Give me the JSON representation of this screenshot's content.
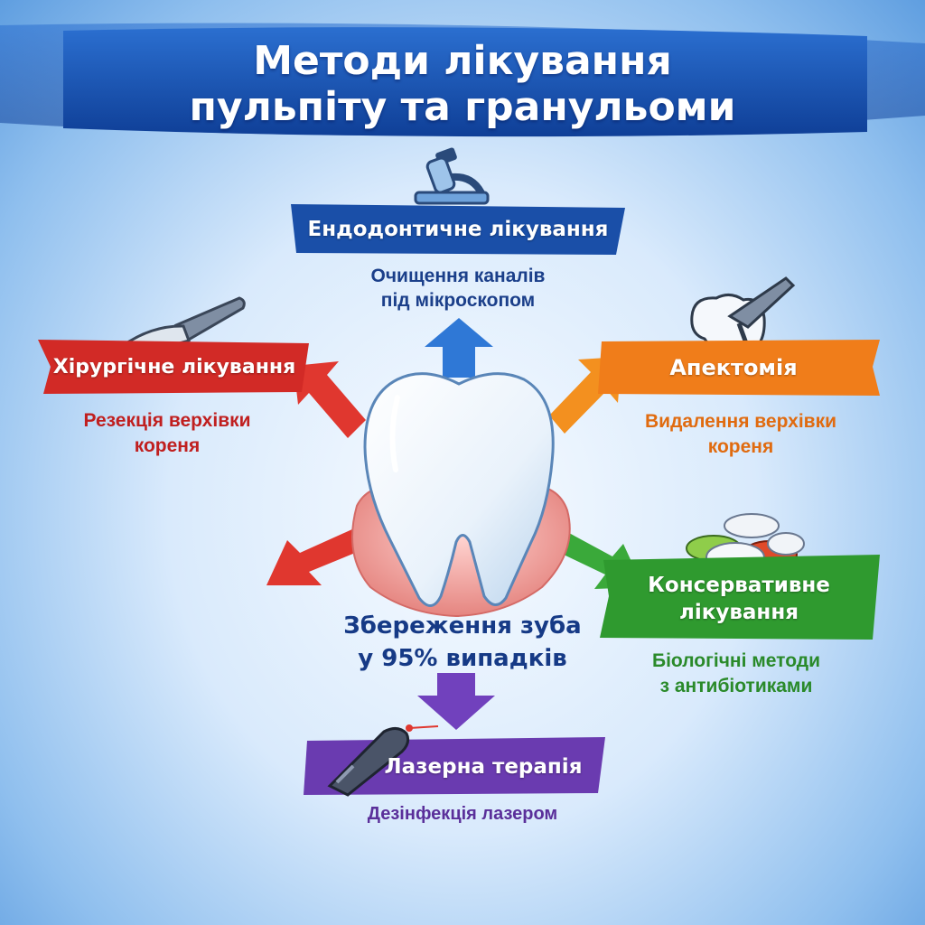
{
  "title": {
    "line1": "Методи лікування",
    "line2": "пульпіту та гранульоми"
  },
  "center": {
    "line1": "Збереження зуба",
    "line2": "у 95% випадків"
  },
  "methods": {
    "endodontic": {
      "label": "Ендодонтичне лікування",
      "desc_line1": "Очищення каналів",
      "desc_line2": "під мікроскопом",
      "color": "#1a4fa8",
      "icon": "microscope-icon"
    },
    "surgical": {
      "label": "Хірургічне лікування",
      "desc_line1": "Резекція верхівки",
      "desc_line2": "кореня",
      "color": "#d22a26",
      "icon": "scalpel-icon"
    },
    "apectomy": {
      "label": "Апектомія",
      "desc_line1": "Видалення верхівки",
      "desc_line2": "кореня",
      "color": "#f07d1a",
      "icon": "dental-tool-icon"
    },
    "conservative": {
      "label_line1": "Консервативне",
      "label_line2": "лікування",
      "desc_line1": "Біологічні методи",
      "desc_line2": "з антибіотиками",
      "color": "#2f9a2f",
      "icon": "pills-icon"
    },
    "laser": {
      "label": "Лазерна терапія",
      "desc_line1": "Дезінфекція лазером",
      "color": "#6a3bb0",
      "icon": "laser-icon"
    }
  }
}
